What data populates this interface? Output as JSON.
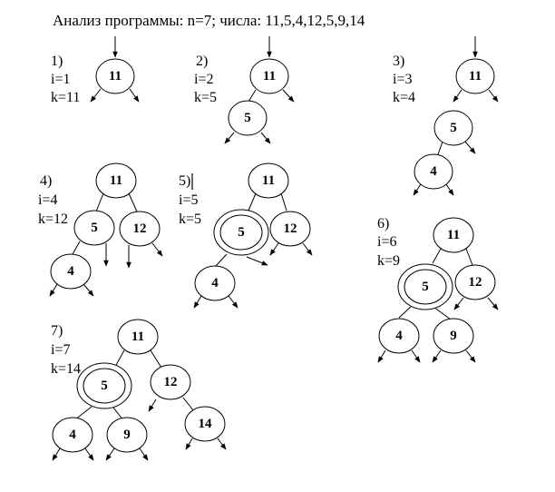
{
  "title": "Анализ программы: n=7; числа: 11,5,4,12,5,9,14",
  "steps": [
    {
      "label": "1)",
      "i": "i=1",
      "k": "k=11"
    },
    {
      "label": "2)",
      "i": "i=2",
      "k": "k=5"
    },
    {
      "label": "3)",
      "i": "i=3",
      "k": "k=4"
    },
    {
      "label": "4)",
      "i": "i=4",
      "k": "k=12"
    },
    {
      "label": "5)",
      "i": "i=5",
      "k": "k=5"
    },
    {
      "label": "6)",
      "i": "i=6",
      "k": "k=9"
    },
    {
      "label": "7)",
      "i": "i=7",
      "k": "k=14"
    }
  ],
  "nodes": {
    "n11": "11",
    "n5": "5",
    "n4": "4",
    "n12": "12",
    "n9": "9",
    "n14": "14"
  }
}
